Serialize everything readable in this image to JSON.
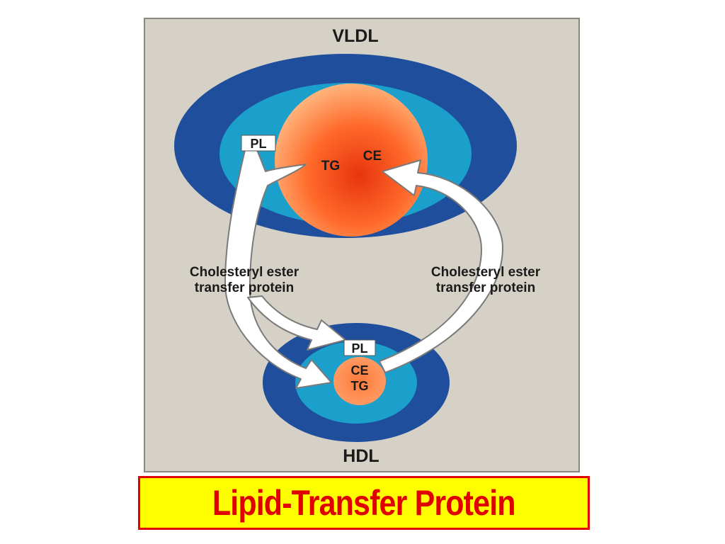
{
  "diagram": {
    "vldl_title": "VLDL",
    "hdl_title": "HDL",
    "vldl_core": {
      "pl": "PL",
      "tg": "TG",
      "ce": "CE"
    },
    "hdl_core": {
      "pl": "PL",
      "ce": "CE",
      "tg": "TG"
    },
    "left_label": {
      "line1": "Cholesteryl ester",
      "line2": "transfer protein"
    },
    "right_label": {
      "line1": "Cholesteryl ester",
      "line2": "transfer protein"
    }
  },
  "banner": {
    "title": "Lipid-Transfer Protein"
  },
  "colors": {
    "panel_bg": "#d6d1c6",
    "outer_ring": "#1f4e9c",
    "middle_ring": "#1ba0cc",
    "core": "#ff6a2a",
    "arrow_fill": "#ffffff",
    "banner_bg": "#ffff00",
    "banner_text": "#e00000"
  }
}
